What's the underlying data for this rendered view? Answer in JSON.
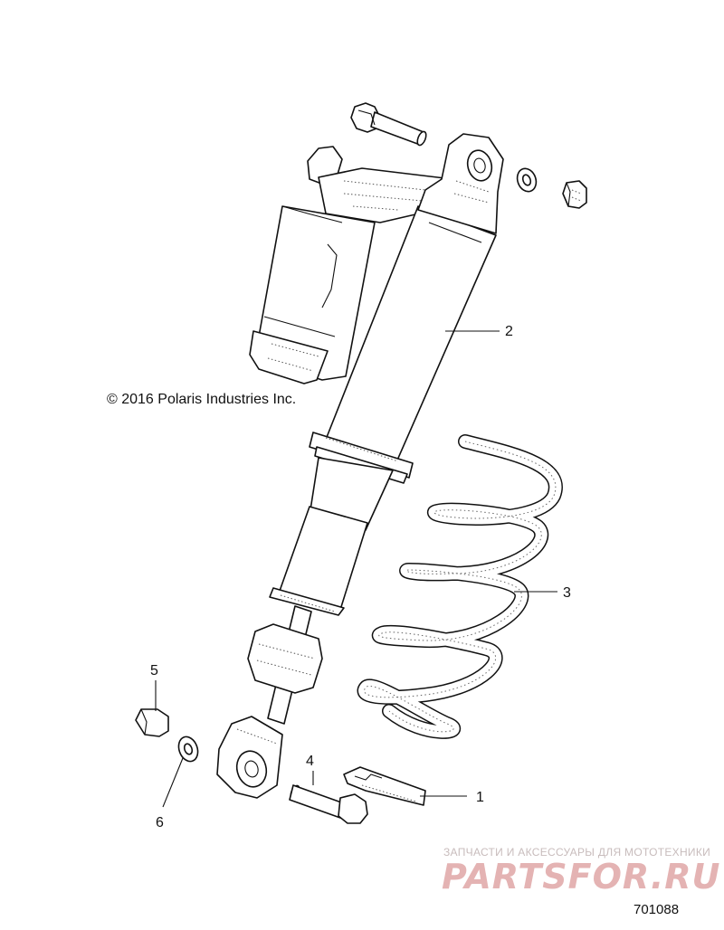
{
  "diagram": {
    "copyright": "© 2016 Polaris Industries Inc.",
    "figure_number": "701088",
    "callouts": [
      {
        "id": "1",
        "label": "1"
      },
      {
        "id": "2",
        "label": "2"
      },
      {
        "id": "3",
        "label": "3"
      },
      {
        "id": "4",
        "label": "4"
      },
      {
        "id": "5",
        "label": "5"
      },
      {
        "id": "6",
        "label": "6"
      }
    ]
  },
  "watermark": {
    "tagline": "ЗАПЧАСТИ И АКСЕССУАРЫ ДЛЯ МОТОТЕХНИКИ",
    "brand": "PARTSFOR.RU",
    "color": "#e4b3b3"
  }
}
